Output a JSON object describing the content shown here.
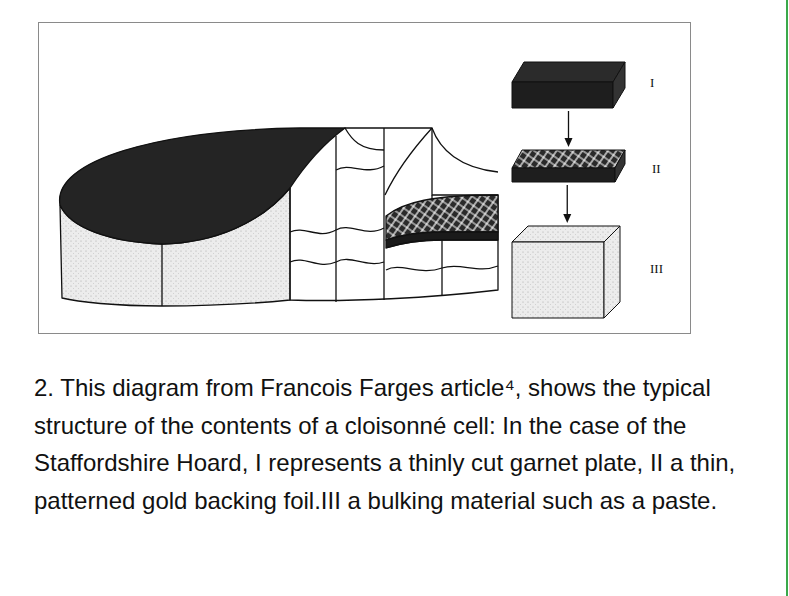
{
  "diagram": {
    "caption": "2. This diagram from Francois Farges article⁴, shows the typical structure of the contents of a cloisonné cell: In the case of the Staffordshire Hoard, I represents a thinly cut garnet plate, II a thin, patterned gold backing foil.III a bulking material such as a paste.",
    "nodes": [
      {
        "text": [
          "I"
        ]
      },
      {
        "text": [
          "II"
        ]
      },
      {
        "text": [
          "III"
        ]
      }
    ],
    "edges": [
      {
        "from": 0,
        "to": 1,
        "arrow": "to"
      },
      {
        "from": 1,
        "to": 2,
        "arrow": "to"
      }
    ]
  }
}
